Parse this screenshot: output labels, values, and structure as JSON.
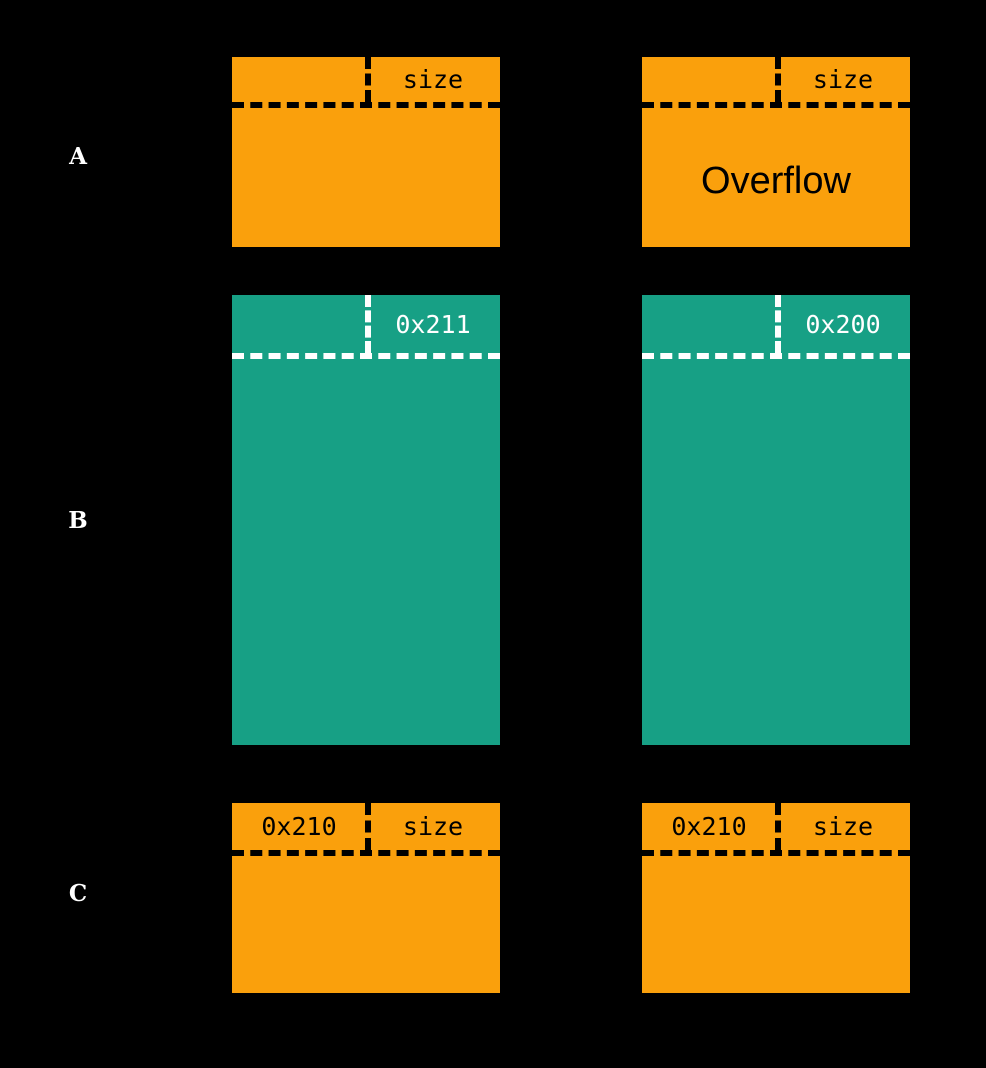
{
  "figure": {
    "background_color": "#000000",
    "orange_color": "#faa00c",
    "teal_color": "#17a085",
    "dark_text_color": "#000000",
    "light_text_color": "#ffffff"
  },
  "rows": [
    {
      "label": "A",
      "left": {
        "color": "orange",
        "text_color": "dark",
        "prev_size": "",
        "size": "size",
        "body": ""
      },
      "right": {
        "color": "orange",
        "text_color": "dark",
        "prev_size": "",
        "size": "size",
        "body": "Overflow"
      }
    },
    {
      "label": "B",
      "left": {
        "color": "teal",
        "text_color": "light",
        "prev_size": "",
        "size": "0x211",
        "body": ""
      },
      "right": {
        "color": "teal",
        "text_color": "light",
        "prev_size": "",
        "size": "0x200",
        "body": ""
      }
    },
    {
      "label": "C",
      "left": {
        "color": "orange",
        "text_color": "dark",
        "prev_size": "0x210",
        "size": "size",
        "body": ""
      },
      "right": {
        "color": "orange",
        "text_color": "dark",
        "prev_size": "0x210",
        "size": "size",
        "body": ""
      }
    }
  ]
}
